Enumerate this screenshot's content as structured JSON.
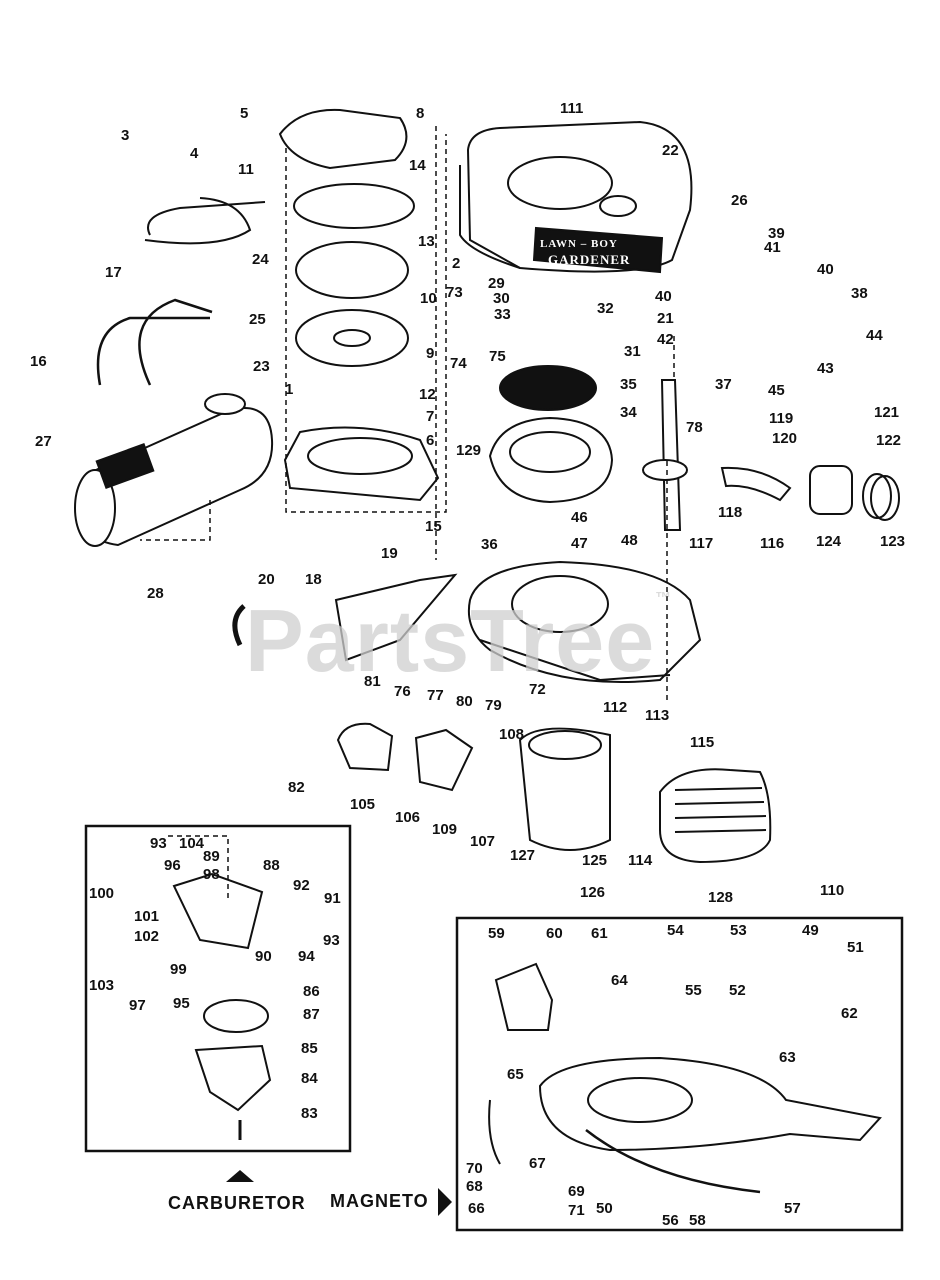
{
  "brand_watermark": "PartsTree",
  "trademark": "™",
  "housing_lettering": {
    "top": "LAWN – BOY",
    "bottom": "GARDENER"
  },
  "captions": {
    "carburetor": "CARBURETOR",
    "magneto": "MAGNETO"
  },
  "part_numbers": {
    "n1": "1",
    "n2": "2",
    "n3": "3",
    "n4": "4",
    "n5": "5",
    "n6": "6",
    "n7": "7",
    "n8": "8",
    "n9": "9",
    "n10": "10",
    "n11": "11",
    "n12": "12",
    "n13": "13",
    "n14": "14",
    "n15": "15",
    "n16": "16",
    "n17": "17",
    "n18": "18",
    "n19": "19",
    "n20": "20",
    "n21": "21",
    "n22": "22",
    "n23": "23",
    "n24": "24",
    "n25": "25",
    "n26": "26",
    "n27": "27",
    "n28": "28",
    "n29": "29",
    "n30": "30",
    "n31": "31",
    "n32": "32",
    "n33": "33",
    "n34": "34",
    "n35": "35",
    "n36": "36",
    "n37": "37",
    "n38": "38",
    "n39": "39",
    "n40a": "40",
    "n40b": "40",
    "n41": "41",
    "n42": "42",
    "n43": "43",
    "n44": "44",
    "n45": "45",
    "n46": "46",
    "n47": "47",
    "n48": "48",
    "n49": "49",
    "n50": "50",
    "n51": "51",
    "n52": "52",
    "n53": "53",
    "n54": "54",
    "n55": "55",
    "n56": "56",
    "n57": "57",
    "n58": "58",
    "n59": "59",
    "n60": "60",
    "n61": "61",
    "n62": "62",
    "n63": "63",
    "n64": "64",
    "n65": "65",
    "n66": "66",
    "n67": "67",
    "n68": "68",
    "n69": "69",
    "n70": "70",
    "n71": "71",
    "n72": "72",
    "n73": "73",
    "n74": "74",
    "n75": "75",
    "n76": "76",
    "n77": "77",
    "n78": "78",
    "n79": "79",
    "n80": "80",
    "n81": "81",
    "n82": "82",
    "n83": "83",
    "n84": "84",
    "n85": "85",
    "n86": "86",
    "n87": "87",
    "n88": "88",
    "n89": "89",
    "n90": "90",
    "n91": "91",
    "n92": "92",
    "n93a": "93",
    "n93b": "93",
    "n94": "94",
    "n95": "95",
    "n96": "96",
    "n97": "97",
    "n98": "98",
    "n99": "99",
    "n100": "100",
    "n101": "101",
    "n102": "102",
    "n103": "103",
    "n104": "104",
    "n105": "105",
    "n106": "106",
    "n107": "107",
    "n108": "108",
    "n109": "109",
    "n110": "110",
    "n111": "111",
    "n112": "112",
    "n113": "113",
    "n114": "114",
    "n115": "115",
    "n116": "116",
    "n117": "117",
    "n118": "118",
    "n119": "119",
    "n120": "120",
    "n121": "121",
    "n122": "122",
    "n123": "123",
    "n124": "124",
    "n125": "125",
    "n126": "126",
    "n127": "127",
    "n128": "128",
    "n129": "129"
  }
}
